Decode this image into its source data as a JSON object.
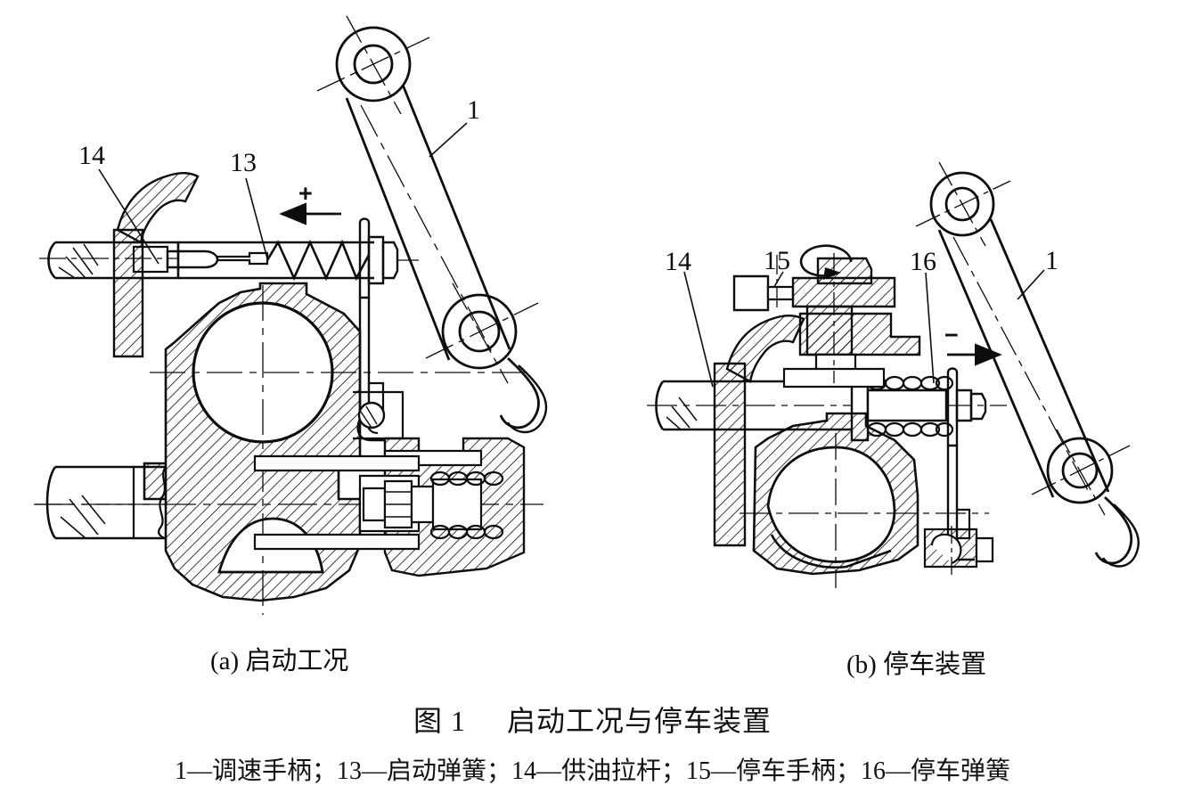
{
  "figure": {
    "title_number": "图 1",
    "title_text": "启动工况与停车装置",
    "legend": "1—调速手柄；13—启动弹簧；14—供油拉杆；15—停车手柄；16—停车弹簧",
    "ink_color": "#0d0d0d",
    "background": "#ffffff"
  },
  "panel_a": {
    "caption": "(a) 启动工况",
    "labels": {
      "lever": "1",
      "start_spring": "13",
      "fuel_rod": "14"
    },
    "direction_sign": "+",
    "direction_arrow": "arrow-left"
  },
  "panel_b": {
    "caption": "(b) 停车装置",
    "labels": {
      "lever": "1",
      "fuel_rod": "14",
      "stop_handle": "15",
      "stop_spring": "16"
    },
    "direction_sign": "−",
    "direction_arrow": "arrow-right",
    "rotation_marker": "rotation-arrow"
  },
  "legend_items": [
    {
      "num": "1",
      "name": "调速手柄"
    },
    {
      "num": "13",
      "name": "启动弹簧"
    },
    {
      "num": "14",
      "name": "供油拉杆"
    },
    {
      "num": "15",
      "name": "停车手柄"
    },
    {
      "num": "16",
      "name": "停车弹簧"
    }
  ]
}
